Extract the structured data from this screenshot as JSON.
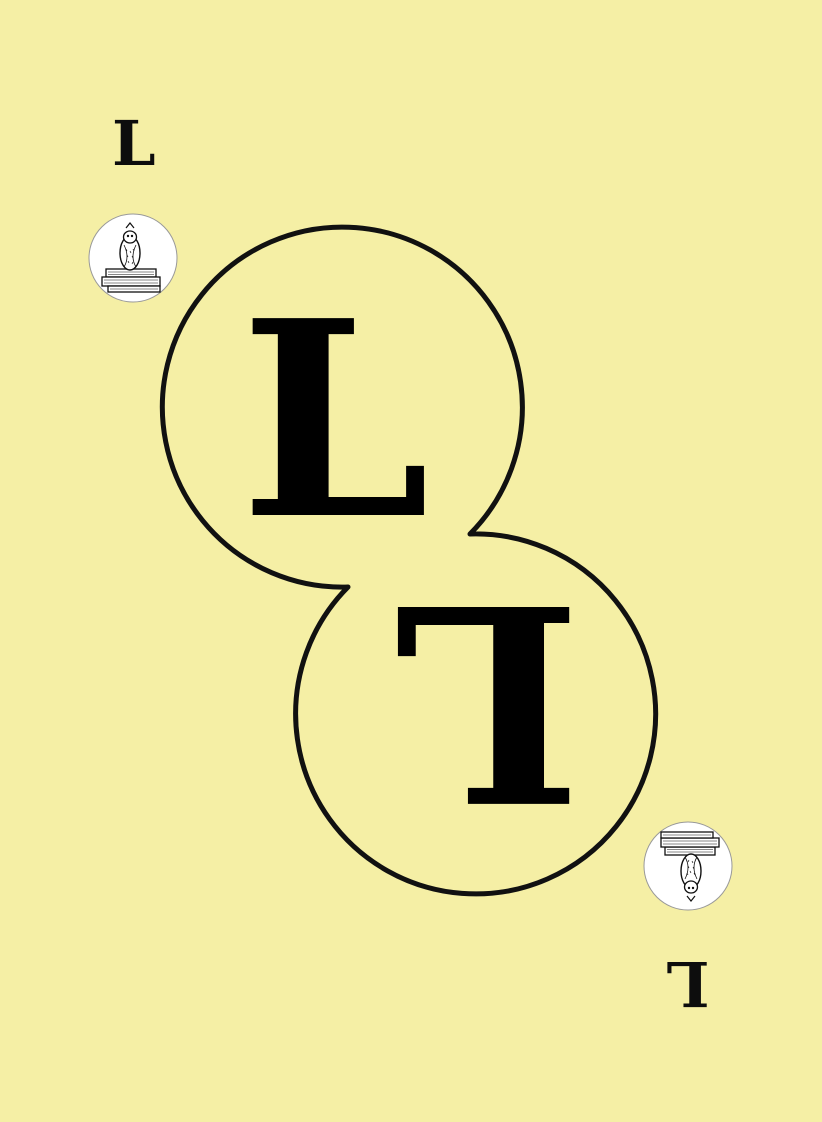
{
  "card": {
    "corner_top_letter": "L",
    "corner_bottom_letter": "L",
    "main_top_letter": "L",
    "main_bottom_letter": "L",
    "medallion_icon": "owl-on-books-icon"
  },
  "colors": {
    "background": "#f5efa5",
    "ink": "#111111",
    "medallion_fill": "#ffffff"
  }
}
